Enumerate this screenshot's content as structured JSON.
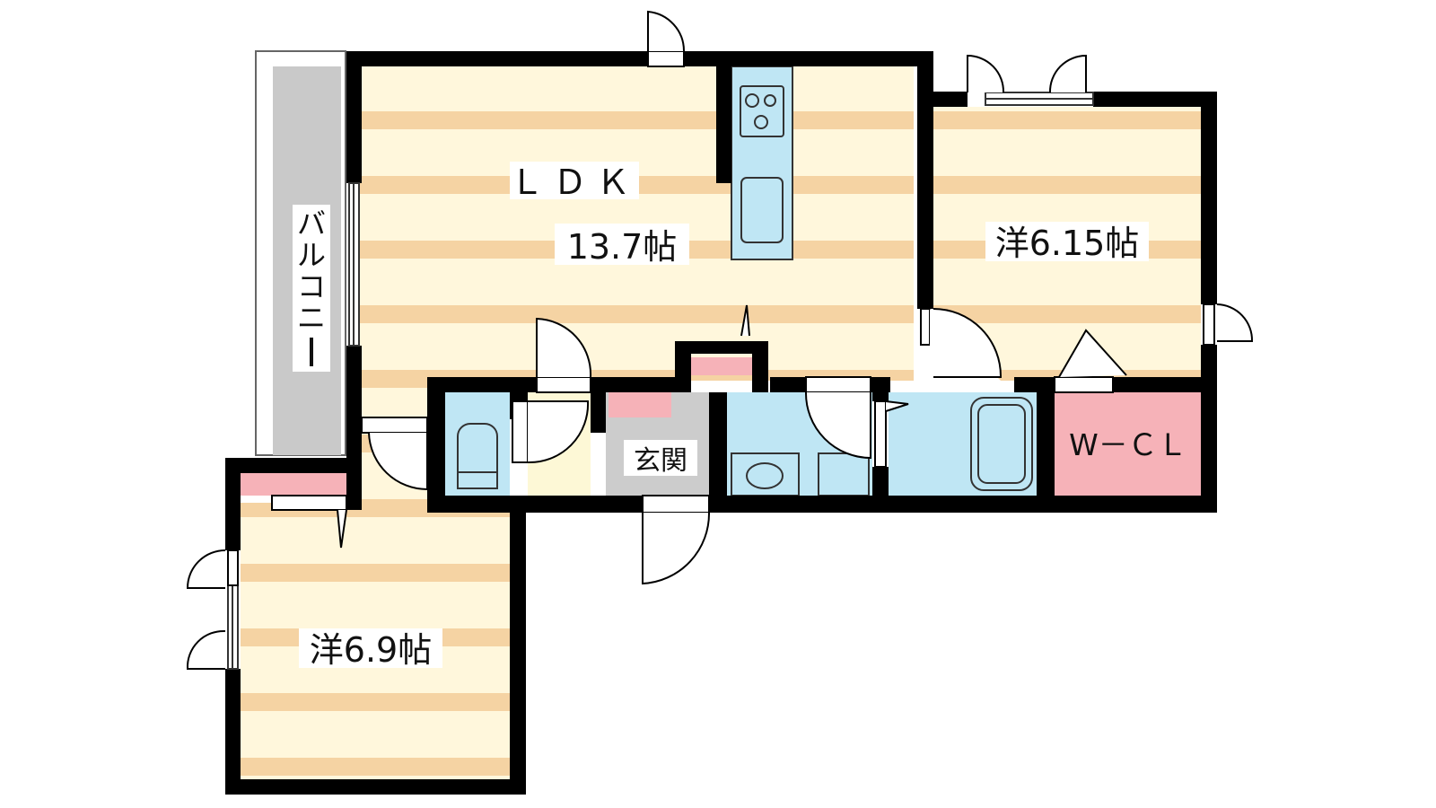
{
  "floor_plan": {
    "rooms": {
      "ldk": {
        "name": "ＬＤＫ",
        "area": "13.7帖"
      },
      "western_1": {
        "label": "洋6.15帖"
      },
      "western_2": {
        "label": "洋6.9帖"
      },
      "walk_in_closet": {
        "label": "W－ＣＬ"
      },
      "entrance": {
        "label": "玄関"
      },
      "balcony": {
        "label": [
          "バ",
          "ル",
          "コ",
          "ニ",
          "ー"
        ]
      }
    },
    "colors": {
      "wall": "#000000",
      "floor_stripe": "#f5d3a3",
      "floor_light": "#fff7dc",
      "wet_area": "#bfe6f4",
      "closet_pink": "#f6b2b8",
      "entrance_gray": "#cccccc",
      "balcony_gray": "#c9c9c9",
      "entrance_floor": "#fdf8d6"
    }
  }
}
